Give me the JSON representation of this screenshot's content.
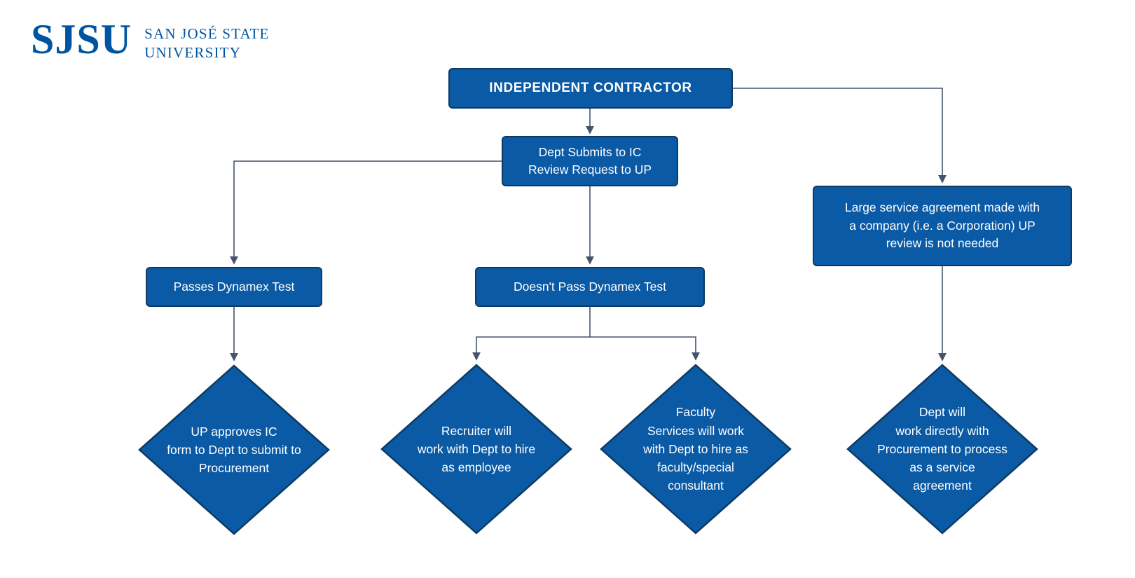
{
  "logo": {
    "acronym": "SJSU",
    "name_line1": "SAN JOSÉ STATE",
    "name_line2": "UNIVERSITY"
  },
  "colors": {
    "node_fill": "#0b5aa5",
    "node_border": "#0d3a62",
    "connector": "#44546a",
    "logo_blue": "#0055a2",
    "background": "#ffffff",
    "node_text": "#ffffff"
  },
  "nodes": {
    "root": "INDEPENDENT CONTRACTOR",
    "submit": "Dept Submits to IC\nReview Request to UP",
    "large_agreement": "Large service agreement made with\na company (i.e. a Corporation) UP\nreview is not needed",
    "passes": "Passes Dynamex Test",
    "fails": "Doesn't Pass Dynamex Test",
    "up_approves": "UP approves IC\nform to Dept to submit to\nProcurement",
    "recruiter": "Recruiter will\nwork with Dept to hire\nas employee",
    "faculty": "Faculty\nServices will work\nwith Dept to hire as\nfaculty/special\nconsultant",
    "dept_direct": "Dept will\nwork directly with\nProcurement to process\nas a service\nagreement"
  },
  "chart_data": {
    "type": "flowchart",
    "title": "Independent Contractor review process",
    "nodes": [
      {
        "id": "root",
        "shape": "rect",
        "label": "INDEPENDENT CONTRACTOR"
      },
      {
        "id": "submit",
        "shape": "rect",
        "label": "Dept Submits to IC Review Request to UP"
      },
      {
        "id": "large_agreement",
        "shape": "rect",
        "label": "Large service agreement made with a company (i.e. a Corporation) UP review is not needed"
      },
      {
        "id": "passes",
        "shape": "rect",
        "label": "Passes Dynamex Test"
      },
      {
        "id": "fails",
        "shape": "rect",
        "label": "Doesn't Pass Dynamex Test"
      },
      {
        "id": "up_approves",
        "shape": "diamond",
        "label": "UP approves IC form to Dept to submit to Procurement"
      },
      {
        "id": "recruiter",
        "shape": "diamond",
        "label": "Recruiter will work with Dept to hire as employee"
      },
      {
        "id": "faculty",
        "shape": "diamond",
        "label": "Faculty Services will work with Dept to hire as faculty/special consultant"
      },
      {
        "id": "dept_direct",
        "shape": "diamond",
        "label": "Dept will work directly with Procurement to process as a service agreement"
      }
    ],
    "edges": [
      {
        "from": "root",
        "to": "submit"
      },
      {
        "from": "root",
        "to": "large_agreement"
      },
      {
        "from": "submit",
        "to": "passes"
      },
      {
        "from": "submit",
        "to": "fails"
      },
      {
        "from": "passes",
        "to": "up_approves"
      },
      {
        "from": "fails",
        "to": "recruiter"
      },
      {
        "from": "fails",
        "to": "faculty"
      },
      {
        "from": "large_agreement",
        "to": "dept_direct"
      }
    ]
  }
}
